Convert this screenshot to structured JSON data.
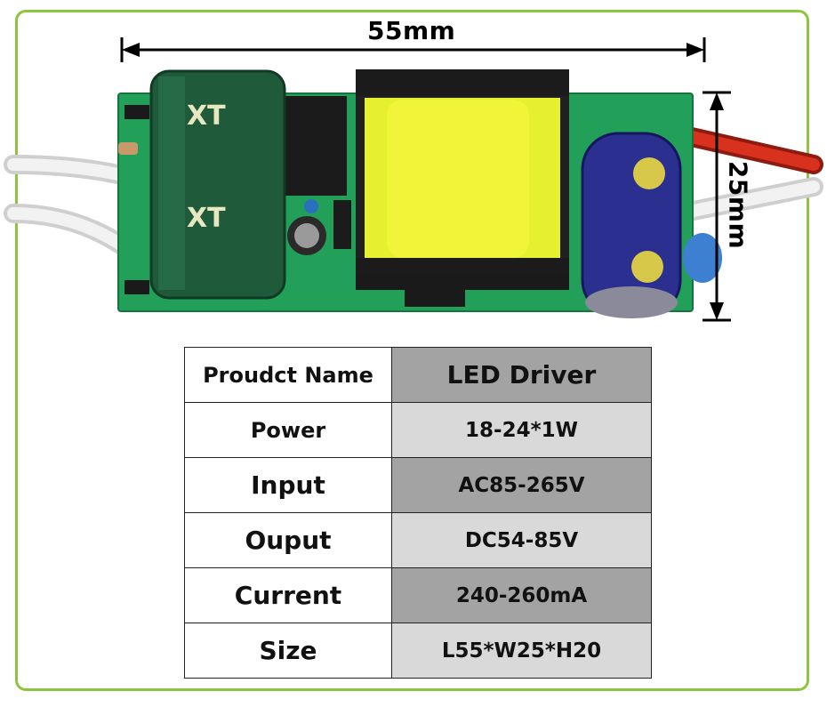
{
  "dimensions": {
    "width_label": "55mm",
    "height_label": "25mm"
  },
  "colors": {
    "frame": "#8cc63f",
    "pcb": "#22a05a",
    "capacitor_green": "#1f5a3a",
    "transformer_core": "#e6f02e",
    "capacitor_blue": "#2b2f8f",
    "wire_red": "#d8321e"
  },
  "spec_table": {
    "rows": [
      {
        "key": "Proudct Name",
        "value": "LED Driver"
      },
      {
        "key": "Power",
        "value": "18-24*1W"
      },
      {
        "key": "Input",
        "value": "AC85-265V"
      },
      {
        "key": "Ouput",
        "value": "DC54-85V"
      },
      {
        "key": "Current",
        "value": "240-260mA"
      },
      {
        "key": "Size",
        "value": "L55*W25*H20"
      }
    ]
  }
}
